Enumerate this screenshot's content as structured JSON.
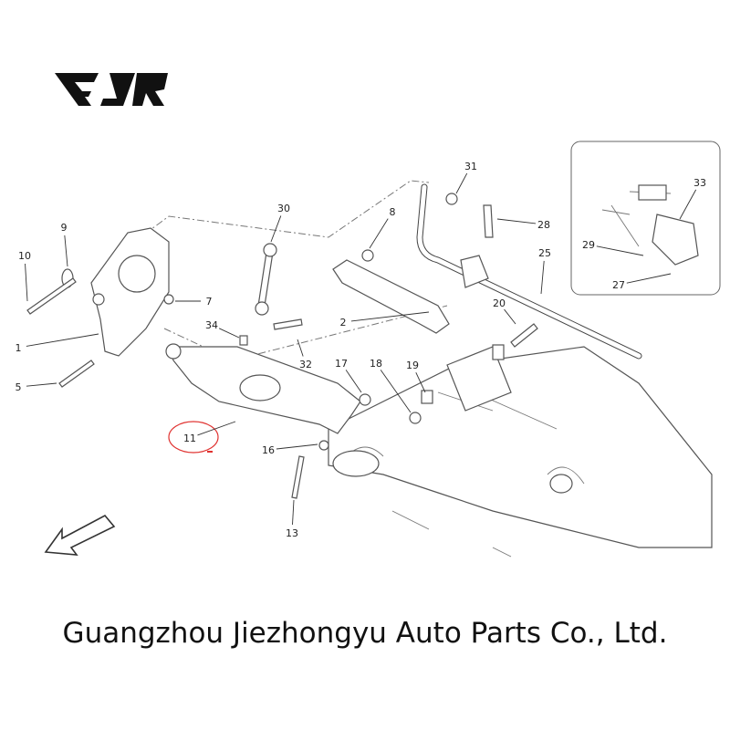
{
  "logo": {
    "text": "EJR"
  },
  "footer": {
    "company": "Guangzhou Jiezhongyu Auto Parts Co., Ltd."
  },
  "callouts": [
    "31",
    "30",
    "8",
    "28",
    "25",
    "9",
    "10",
    "7",
    "2",
    "20",
    "34",
    "32",
    "1",
    "17",
    "18",
    "19",
    "5",
    "11",
    "16",
    "13",
    "33",
    "29",
    "27"
  ],
  "highlight": {
    "part": "11",
    "color": "#e0312f"
  }
}
